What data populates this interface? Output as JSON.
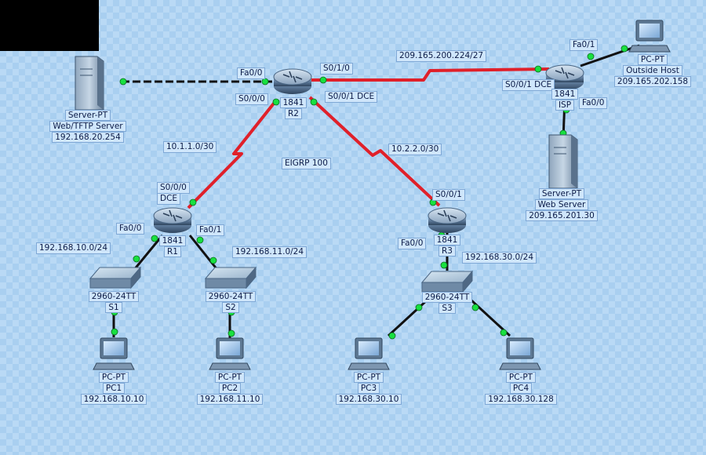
{
  "nodes": {
    "r2": {
      "label": "1841",
      "name": "R2"
    },
    "r1": {
      "label": "1841",
      "name": "R1"
    },
    "r3": {
      "label": "1841",
      "name": "R3"
    },
    "isp": {
      "label": "1841",
      "name": "ISP"
    },
    "s1": {
      "label": "2960-24TT",
      "name": "S1"
    },
    "s2": {
      "label": "2960-24TT",
      "name": "S2"
    },
    "s3": {
      "label": "2960-24TT",
      "name": "S3"
    },
    "server_tftp": {
      "type": "Server-PT",
      "name": "Web/TFTP Server",
      "ip": "192.168.20.254"
    },
    "server_web": {
      "type": "Server-PT",
      "name": "Web Server",
      "ip": "209.165.201.30"
    },
    "outside_host": {
      "type": "PC-PT",
      "name": "Outside Host",
      "ip": "209.165.202.158"
    },
    "pc1": {
      "type": "PC-PT",
      "name": "PC1",
      "ip": "192.168.10.10"
    },
    "pc2": {
      "type": "PC-PT",
      "name": "PC2",
      "ip": "192.168.11.10"
    },
    "pc3": {
      "type": "PC-PT",
      "name": "PC3",
      "ip": "192.168.30.10"
    },
    "pc4": {
      "type": "PC-PT",
      "name": "PC4",
      "ip": "192.168.30.128"
    }
  },
  "labels": {
    "r2_fa00": "Fa0/0",
    "r2_s010": "S0/1/0",
    "r2_s000": "S0/0/0",
    "r2_s001": "S0/0/1 DCE",
    "net_r2_isp": "209.165.200.224/27",
    "isp_s001": "S0/0/1 DCE",
    "isp_fa01": "Fa0/1",
    "isp_fa00": "Fa0/0",
    "net_r1_r2": "10.1.1.0/30",
    "net_r2_r3": "10.2.2.0/30",
    "eigrp": "EIGRP 100",
    "r1_s000": "S0/0/0",
    "r1_dce": "DCE",
    "r1_fa00": "Fa0/0",
    "r1_fa01": "Fa0/1",
    "net_lan1": "192.168.10.0/24",
    "net_lan2": "192.168.11.0/24",
    "r3_s001": "S0/0/1",
    "r3_fa00": "Fa0/0",
    "net_lan3": "192.168.30.0/24"
  },
  "colors": {
    "serial_link": "#e0202a",
    "ethernet_link": "#111111",
    "port_up": "#18e040",
    "label_bg": "#cfe6fb",
    "label_text": "#0b1a46"
  }
}
